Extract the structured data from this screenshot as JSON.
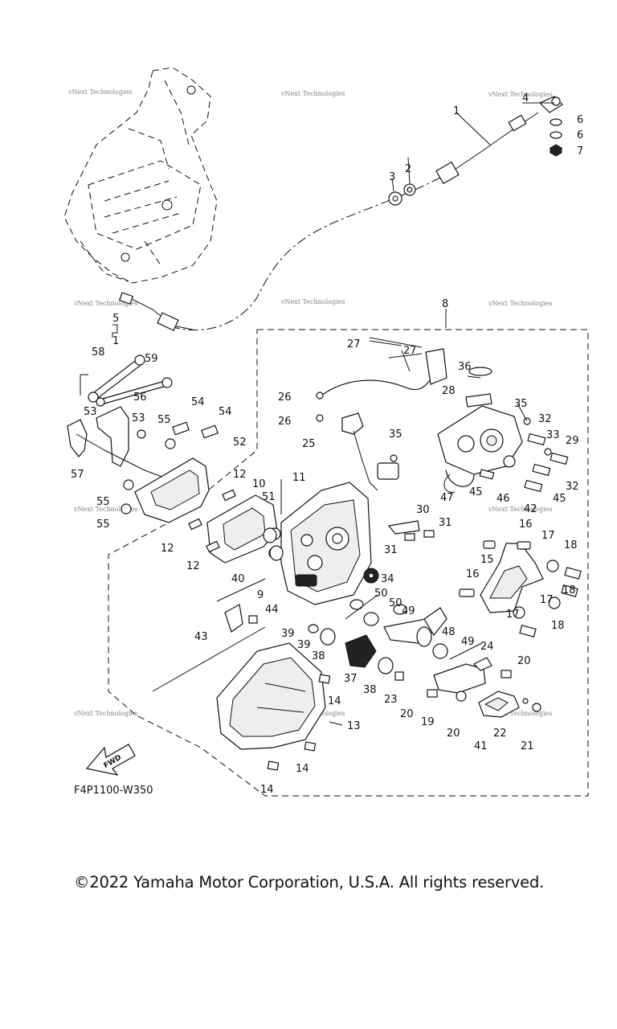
{
  "diagram": {
    "part_code": "F4P1100-W350",
    "fwd_label": "FWD",
    "watermark": "vNext Technologies",
    "callouts": [
      "1",
      "2",
      "3",
      "4",
      "5",
      "1",
      "6",
      "6",
      "7",
      "8",
      "9",
      "10",
      "11",
      "12",
      "12",
      "12",
      "13",
      "14",
      "14",
      "14",
      "15",
      "16",
      "16",
      "17",
      "17",
      "17",
      "18",
      "18",
      "18",
      "19",
      "20",
      "20",
      "20",
      "21",
      "22",
      "23",
      "24",
      "25",
      "26",
      "26",
      "27",
      "27",
      "28",
      "29",
      "30",
      "31",
      "31",
      "32",
      "32",
      "33",
      "34",
      "35",
      "35",
      "36",
      "37",
      "38",
      "38",
      "39",
      "39",
      "40",
      "41",
      "42",
      "43",
      "44",
      "45",
      "45",
      "46",
      "47",
      "48",
      "49",
      "49",
      "50",
      "50",
      "51",
      "52",
      "53",
      "53",
      "54",
      "54",
      "55",
      "55",
      "55",
      "56",
      "57",
      "58",
      "59"
    ]
  },
  "footer": {
    "copyright": "©2022 Yamaha Motor Corporation, U.S.A. All rights reserved."
  }
}
